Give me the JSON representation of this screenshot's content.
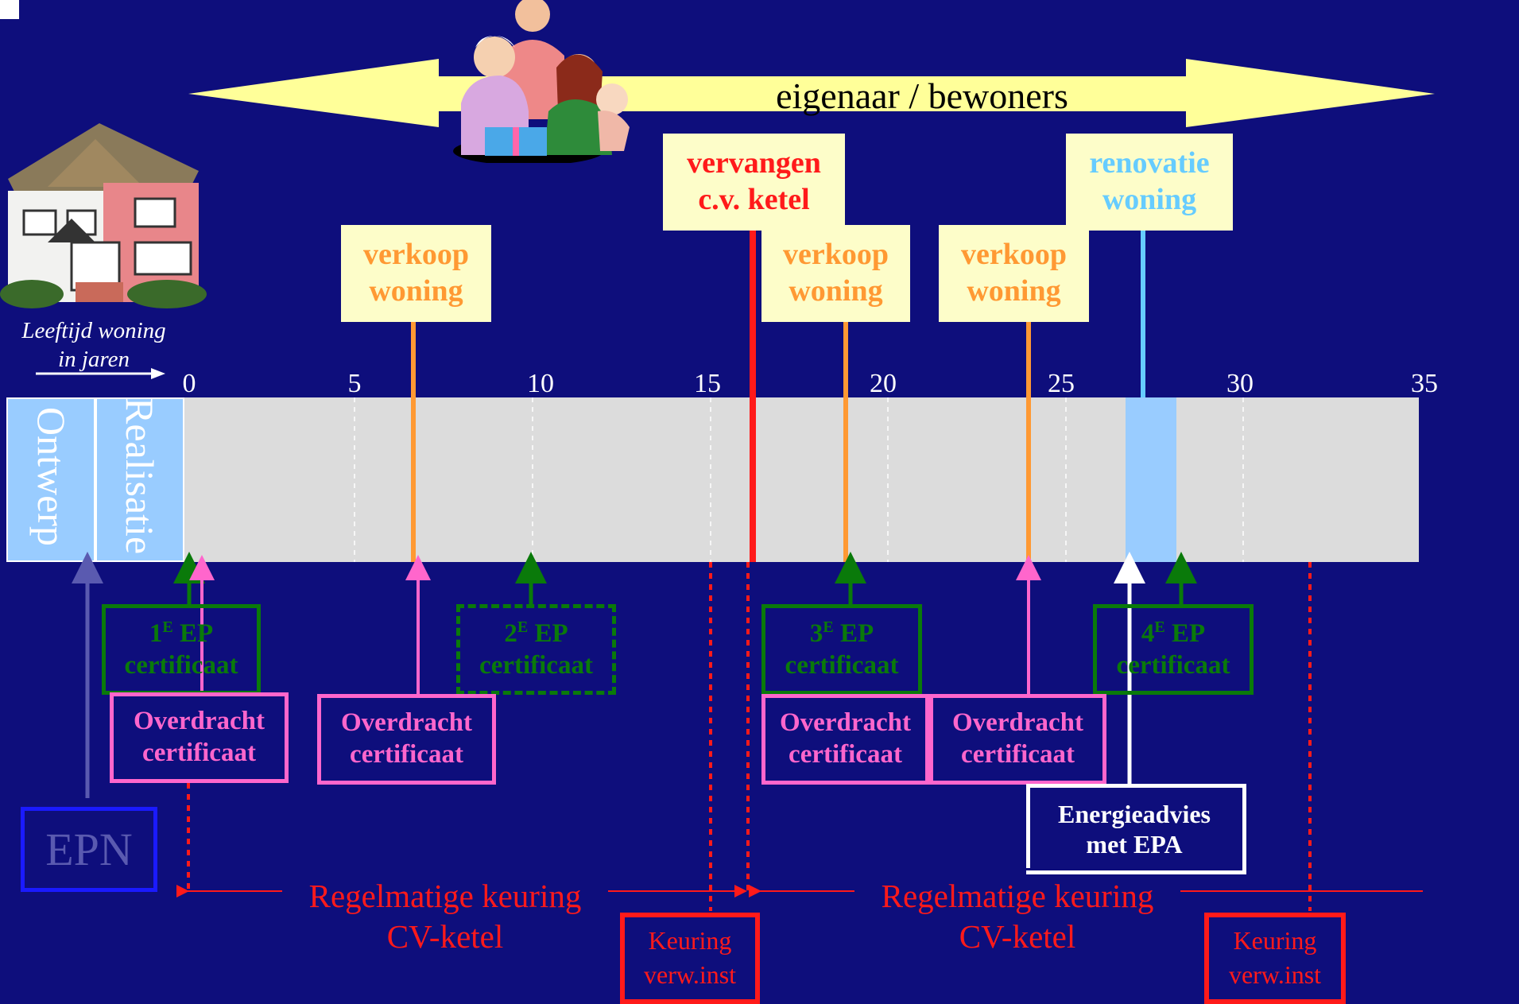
{
  "header": {
    "arrow_label": "eigenaar / bewoners"
  },
  "age_axis": {
    "label_line1": "Leeftijd woning",
    "label_line2": "in jaren",
    "ticks": [
      "0",
      "5",
      "10",
      "15",
      "20",
      "25",
      "30",
      "35"
    ]
  },
  "phases": {
    "design": "Ontwerp",
    "realisation": "Realisatie"
  },
  "events": {
    "sale1": {
      "line1": "verkoop",
      "line2": "woning"
    },
    "boiler": {
      "line1": "vervangen",
      "line2": "c.v. ketel"
    },
    "sale2": {
      "line1": "verkoop",
      "line2": "woning"
    },
    "sale3": {
      "line1": "verkoop",
      "line2": "woning"
    },
    "renovation": {
      "line1": "renovatie",
      "line2": "woning"
    }
  },
  "certificates": {
    "ep1": {
      "num": "1",
      "sup": "E",
      "suffix": " EP",
      "line2": "certificaat"
    },
    "ep2": {
      "num": "2",
      "sup": "E",
      "suffix": " EP",
      "line2": "certificaat"
    },
    "ep3": {
      "num": "3",
      "sup": "E",
      "suffix": " EP",
      "line2": "certificaat"
    },
    "ep4": {
      "num": "4",
      "sup": "E",
      "suffix": " EP",
      "line2": "certificaat"
    }
  },
  "transfers": {
    "t1": {
      "line1": "Overdracht",
      "line2": "certificaat"
    },
    "t2": {
      "line1": "Overdracht",
      "line2": "certificaat"
    },
    "t3": {
      "line1": "Overdracht",
      "line2": "certificaat"
    },
    "t4": {
      "line1": "Overdracht",
      "line2": "certificaat"
    }
  },
  "advice": {
    "line1": "Energieadvies",
    "line2": "met EPA"
  },
  "epn": {
    "label": "EPN"
  },
  "inspections": {
    "left": {
      "line1": "Keuring",
      "line2": "verw.inst"
    },
    "right": {
      "line1": "Keuring",
      "line2": "verw.inst"
    }
  },
  "regular": {
    "left": {
      "line1": "Regelmatige keuring",
      "line2": "CV-ketel"
    },
    "right": {
      "line1": "Regelmatige keuring",
      "line2": "CV-ketel"
    }
  },
  "colors": {
    "background": "#0e0e7c",
    "arrow": "#ffff99",
    "orange": "#ff9933",
    "green": "#0a7a0a",
    "pink": "#ff66cc",
    "red": "#ff1a1a",
    "light_blue": "#66ccff"
  }
}
